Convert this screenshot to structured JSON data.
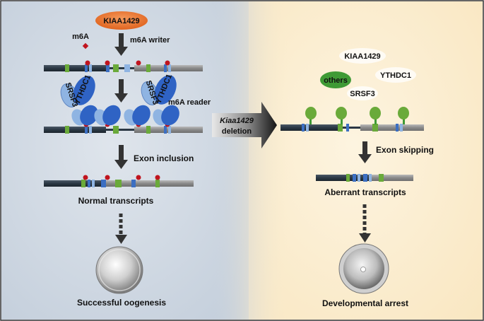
{
  "left_panel": {
    "kiaa_label": "KIAA1429",
    "m6a_mark_label": "m6A",
    "writer_label": "m6A writer",
    "srsf3_label": "SRSF3",
    "ythdc1_label": "YTHDC1",
    "reader_label": "m6A reader",
    "step_exon_inclusion": "Exon inclusion",
    "step_normal_transcripts": "Normal transcripts",
    "step_outcome": "Successful oogenesis"
  },
  "middle": {
    "gene_label": "Kiaa1429",
    "action_label": "deletion"
  },
  "right_panel": {
    "kiaa_label": "KIAA1429",
    "others_label": "others",
    "ythdc1_label": "YTHDC1",
    "srsf3_label": "SRSF3",
    "step_exon_skipping": "Exon skipping",
    "step_aberrant_transcripts": "Aberrant transcripts",
    "step_outcome": "Developmental arrest"
  },
  "colors": {
    "left_background": "#c9d3df",
    "right_background": "#fbeccb",
    "kiaa_oval": "#e8702a",
    "m6a_dot": "#c0141e",
    "reader_dark_blue": "#2f63c4",
    "reader_light_blue": "#8fb4e2",
    "others_green": "#3f9a35",
    "exon_green": "#6aaa3a",
    "exon_blue": "#3c6fc2"
  }
}
